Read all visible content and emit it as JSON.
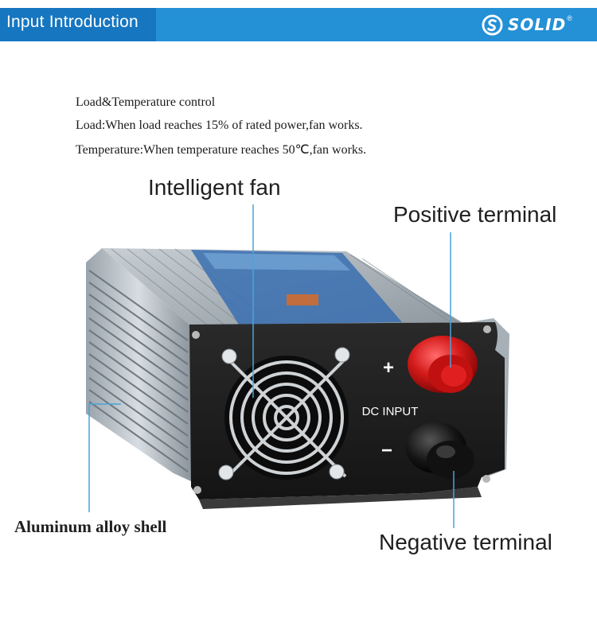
{
  "header": {
    "title": "Input Introduction",
    "brand": "SOLID",
    "brand_mark": "®",
    "bar_color": "#2490d6",
    "tab_color": "#1676c0"
  },
  "description": {
    "line1": "Load&Temperature control",
    "line2": "Load:When load reaches 15% of rated power,fan works.",
    "line3": "Temperature:When temperature reaches 50℃,fan works."
  },
  "callouts": {
    "fan": "Intelligent fan",
    "positive": "Positive terminal",
    "negative": "Negative terminal",
    "shell": "Aluminum alloy shell"
  },
  "panel": {
    "plus_sign": "+",
    "minus_sign": "−",
    "dc_input": "DC INPUT"
  },
  "icons": [
    "solid-logo-icon",
    "fan-grille-icon",
    "screw-icon",
    "positive-terminal-icon",
    "negative-terminal-icon"
  ]
}
